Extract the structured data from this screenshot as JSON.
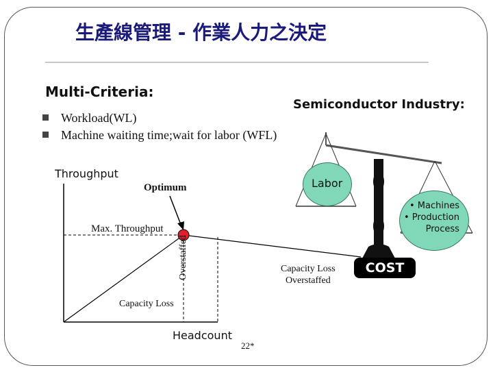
{
  "slide": {
    "title": "生產線管理 - 作業人力之決定",
    "heading": "Multi-Criteria:",
    "industry": "Semiconductor Industry:",
    "bullets": [
      "Workload(WL)",
      "Machine waiting  time;wait for labor (WFL)"
    ],
    "page_number": "22*"
  },
  "graph": {
    "y_axis_label": "Throughput",
    "x_axis_label": "Headcount",
    "optimum_label": "Optimum",
    "max_throughput_label": "Max. Throughput",
    "capacity_loss_label": "Capacity Loss",
    "overstaffed_label": "Overstaffed",
    "capacity_loss_overstaffed_label": [
      "Capacity Loss",
      "Overstaffed"
    ],
    "optimum_marker_color": "#e0202a"
  },
  "balance": {
    "labor_label": "Labor",
    "machines_labels": [
      "• Machines",
      "• Production",
      "Process"
    ],
    "cost_label": "COST",
    "pan_color": "#80d8b8"
  }
}
